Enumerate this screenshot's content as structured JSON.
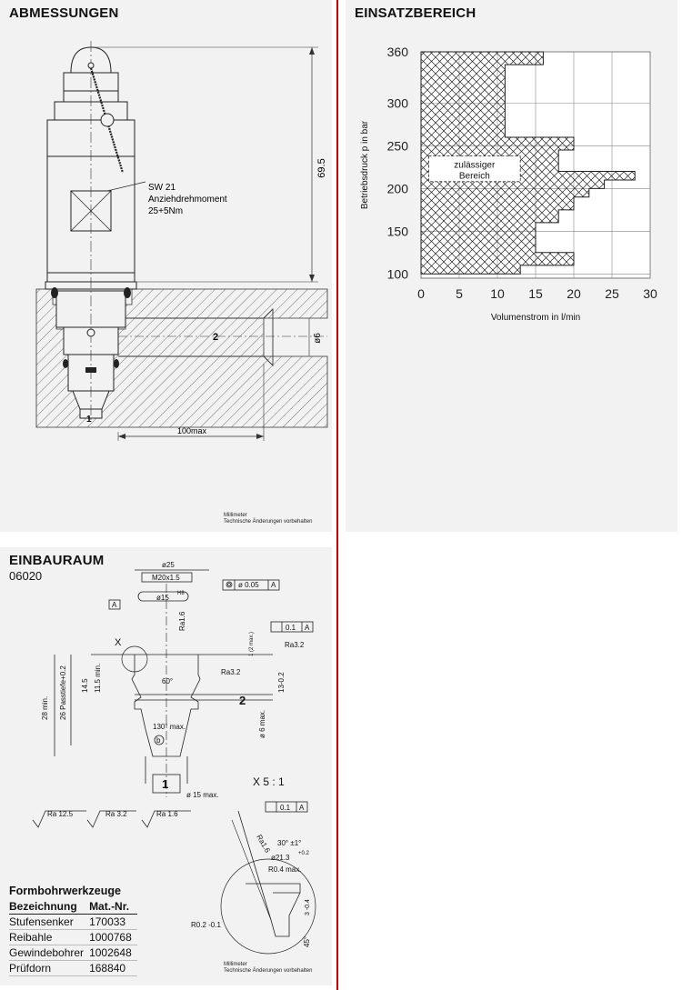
{
  "dimensions": {
    "title": "ABMESSUNGEN",
    "dim_height": "69.5",
    "callout": [
      "SW 21",
      "Anziehdrehmoment",
      "25+5Nm"
    ],
    "port_labels": [
      "1",
      "2"
    ],
    "dia_label": "ø6",
    "length_label": "100max",
    "footnote": [
      "Millimeter",
      "Technische Änderungen vorbehalten"
    ]
  },
  "operating_range": {
    "title": "EINSATZBEREICH",
    "inside_label": [
      "zulässiger",
      "Bereich"
    ]
  },
  "chart_data": {
    "type": "area",
    "title": "",
    "xlabel": "Volumenstrom in l/min",
    "ylabel": "Betriebsdruck p in bar",
    "x_ticks": [
      0,
      5,
      10,
      15,
      20,
      25,
      30
    ],
    "y_ticks": [
      100,
      150,
      200,
      250,
      300,
      360
    ],
    "xlim": [
      0,
      30
    ],
    "ylim": [
      95,
      360
    ],
    "grid": true,
    "series": [
      {
        "name": "zulässiger Bereich",
        "boundary": [
          {
            "x": 0,
            "y": 360
          },
          {
            "x": 16,
            "y": 360
          },
          {
            "x": 16,
            "y": 345
          },
          {
            "x": 11,
            "y": 345
          },
          {
            "x": 11,
            "y": 260
          },
          {
            "x": 20,
            "y": 260
          },
          {
            "x": 20,
            "y": 245
          },
          {
            "x": 18,
            "y": 245
          },
          {
            "x": 18,
            "y": 220
          },
          {
            "x": 28,
            "y": 220
          },
          {
            "x": 28,
            "y": 210
          },
          {
            "x": 24,
            "y": 210
          },
          {
            "x": 24,
            "y": 200
          },
          {
            "x": 22,
            "y": 200
          },
          {
            "x": 22,
            "y": 190
          },
          {
            "x": 20,
            "y": 190
          },
          {
            "x": 20,
            "y": 175
          },
          {
            "x": 18,
            "y": 175
          },
          {
            "x": 18,
            "y": 160
          },
          {
            "x": 15,
            "y": 160
          },
          {
            "x": 15,
            "y": 145
          },
          {
            "x": 15,
            "y": 125
          },
          {
            "x": 20,
            "y": 125
          },
          {
            "x": 20,
            "y": 110
          },
          {
            "x": 13,
            "y": 110
          },
          {
            "x": 13,
            "y": 100
          },
          {
            "x": 0,
            "y": 100
          }
        ]
      }
    ]
  },
  "installation": {
    "title": "EINBAURAUM",
    "code": "06020",
    "labels": {
      "d25": "ø25",
      "thread": "M20x1.5",
      "d15h8": "ø15",
      "h8": "H8",
      "tol_coax": "ø 0.05",
      "datum_a": "A",
      "tol_perp": "0.1",
      "ra16": "Ra1.6",
      "ra32": "Ra3.2",
      "x": "X",
      "angle60": "60°",
      "dim1": "1 (2 max.)",
      "dim115": "11.5 min.",
      "dim145": "14.5",
      "dim13": "13-0.2",
      "dim26": "26 Passtiefe+0.2",
      "dim28": "28 min.",
      "angle130": "130° max.",
      "b": "b",
      "port1": "1",
      "port2": "2",
      "d6max": "ø 6 max.",
      "d15max": "ø 15 max.",
      "roughness": [
        "Ra 12.5",
        "Ra 3.2",
        "Ra 1.6"
      ],
      "detail_title": "X  5 : 1",
      "d_tol_runout": "0.1",
      "ra_detail": "Ra1.6",
      "angle30": "30° ±1°",
      "d213": "ø21.3",
      "d213tol": "+0.2",
      "r04": "R0.4 max.",
      "r02": "R0.2 -0.1",
      "dim3": "3 -0.4",
      "angle45": "45°"
    },
    "tools_title": "Formbohrwerkzeuge",
    "tools_headers": [
      "Bezeichnung",
      "Mat.-Nr."
    ],
    "tools": [
      [
        "Stufensenker",
        "170033"
      ],
      [
        "Reibahle",
        "1000768"
      ],
      [
        "Gewindebohrer",
        "1002648"
      ],
      [
        "Prüfdorn",
        "168840"
      ]
    ],
    "footnote": [
      "Millimeter",
      "Technische Änderungen vorbehalten"
    ]
  }
}
